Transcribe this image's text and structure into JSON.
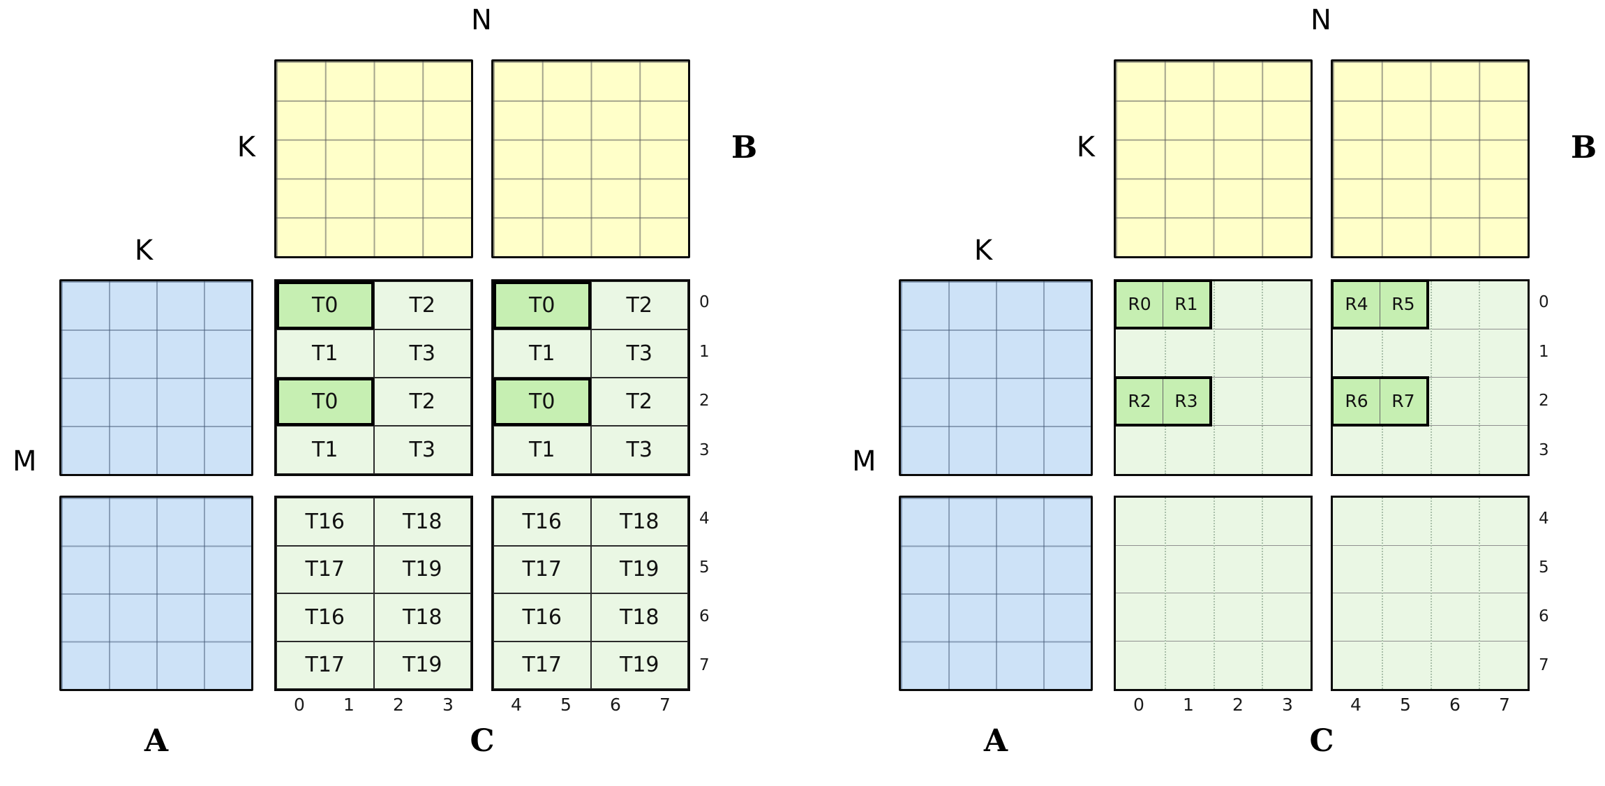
{
  "colors": {
    "matrix_a_fill": "#cde2f7",
    "matrix_b_fill": "#ffffc9",
    "matrix_c_fill": "#eaf7e4",
    "highlight_fill": "#c6efb2",
    "border": "#000000"
  },
  "diagrams": [
    {
      "id": "left-thread-tiling",
      "labels": {
        "n": "N",
        "k_b": "K",
        "b": "B",
        "k_a": "K",
        "m": "M",
        "a": "A",
        "c": "C"
      },
      "row_indices": [
        "0",
        "1",
        "2",
        "3",
        "4",
        "5",
        "6",
        "7"
      ],
      "col_indices": [
        "0",
        "1",
        "2",
        "3",
        "4",
        "5",
        "6",
        "7"
      ],
      "c_cells": {
        "top_left": [
          "T0",
          "T2",
          "T1",
          "T3",
          "T0",
          "T2",
          "T1",
          "T3"
        ],
        "top_right": [
          "T0",
          "T2",
          "T1",
          "T3",
          "T0",
          "T2",
          "T1",
          "T3"
        ],
        "bottom_left": [
          "T16",
          "T18",
          "T17",
          "T19",
          "T16",
          "T18",
          "T17",
          "T19"
        ],
        "bottom_right": [
          "T16",
          "T18",
          "T17",
          "T19",
          "T16",
          "T18",
          "T17",
          "T19"
        ]
      },
      "highlighted_cells": {
        "top_left_indices": [
          0,
          4
        ],
        "top_right_indices": [
          0,
          4
        ]
      }
    },
    {
      "id": "right-register-tiling",
      "labels": {
        "n": "N",
        "k_b": "K",
        "b": "B",
        "k_a": "K",
        "m": "M",
        "a": "A",
        "c": "C"
      },
      "row_indices": [
        "0",
        "1",
        "2",
        "3",
        "4",
        "5",
        "6",
        "7"
      ],
      "col_indices": [
        "0",
        "1",
        "2",
        "3",
        "4",
        "5",
        "6",
        "7"
      ],
      "registers": {
        "top_left": [
          {
            "row": 0,
            "cells": [
              "R0",
              "R1"
            ]
          },
          {
            "row": 2,
            "cells": [
              "R2",
              "R3"
            ]
          }
        ],
        "top_right": [
          {
            "row": 0,
            "cells": [
              "R4",
              "R5"
            ]
          },
          {
            "row": 2,
            "cells": [
              "R6",
              "R7"
            ]
          }
        ]
      }
    }
  ]
}
